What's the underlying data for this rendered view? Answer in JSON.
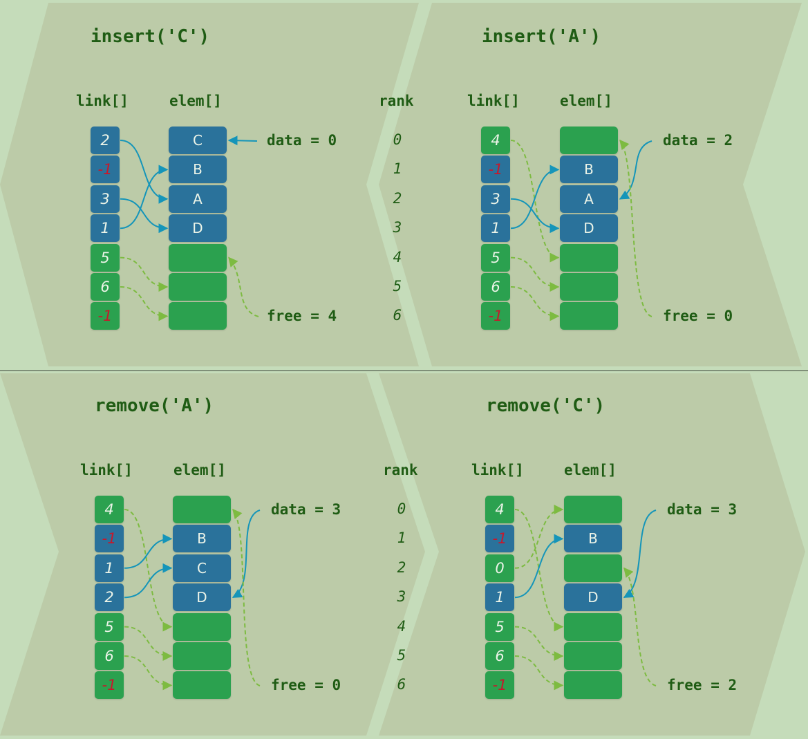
{
  "colors": {
    "background": "#c5dcba",
    "chevron": "#bccba8",
    "used_cell": "#2a729b",
    "free_cell": "#2ba14f",
    "text": "#1f5c14",
    "negative_link": "#c6192c",
    "used_arrow": "#1595b9",
    "free_arrow": "#7dbb41"
  },
  "panels": [
    {
      "title": "insert('C')",
      "link_header": "link[]",
      "elem_header": "elem[]",
      "rank_header": "rank",
      "ranks": [
        "0",
        "1",
        "2",
        "3",
        "4",
        "5",
        "6"
      ],
      "link": [
        "2",
        "-1",
        "3",
        "1",
        "5",
        "6",
        "-1"
      ],
      "elem": [
        "C",
        "B",
        "A",
        "D",
        "",
        "",
        ""
      ],
      "used": [
        true,
        true,
        true,
        true,
        false,
        false,
        false
      ],
      "data_label": "data = 0",
      "free_label": "free = 4",
      "data": 0,
      "free": 4
    },
    {
      "title": "insert('A')",
      "link_header": "link[]",
      "elem_header": "elem[]",
      "link": [
        "4",
        "-1",
        "3",
        "1",
        "5",
        "6",
        "-1"
      ],
      "elem": [
        "",
        "B",
        "A",
        "D",
        "",
        "",
        ""
      ],
      "used": [
        false,
        true,
        true,
        true,
        false,
        false,
        false
      ],
      "data_label": "data = 2",
      "free_label": "free = 0",
      "data": 2,
      "free": 0
    },
    {
      "title": "remove('A')",
      "link_header": "link[]",
      "elem_header": "elem[]",
      "rank_header": "rank",
      "ranks": [
        "0",
        "1",
        "2",
        "3",
        "4",
        "5",
        "6"
      ],
      "link": [
        "4",
        "-1",
        "1",
        "2",
        "5",
        "6",
        "-1"
      ],
      "elem": [
        "",
        "B",
        "C",
        "D",
        "",
        "",
        ""
      ],
      "used": [
        false,
        true,
        true,
        true,
        false,
        false,
        false
      ],
      "data_label": "data = 3",
      "free_label": "free = 0",
      "data": 3,
      "free": 0
    },
    {
      "title": "remove('C')",
      "link_header": "link[]",
      "elem_header": "elem[]",
      "link": [
        "4",
        "-1",
        "0",
        "1",
        "5",
        "6",
        "-1"
      ],
      "elem": [
        "",
        "B",
        "",
        "D",
        "",
        "",
        ""
      ],
      "used": [
        false,
        true,
        false,
        true,
        false,
        false,
        false
      ],
      "data_label": "data = 3",
      "free_label": "free = 2",
      "data": 3,
      "free": 2
    }
  ]
}
